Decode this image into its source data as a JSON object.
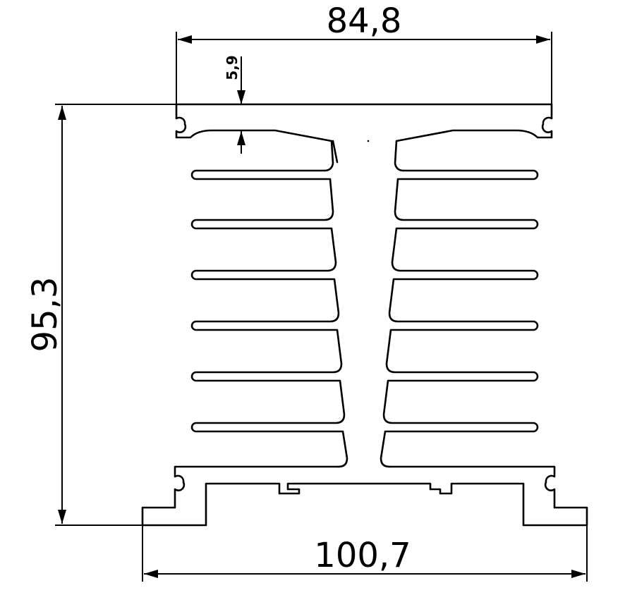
{
  "dimensions": {
    "top_width": "84,8",
    "bottom_width": "100,7",
    "height": "95,3",
    "flange_thickness": "5,9"
  },
  "colors": {
    "line": "#000000",
    "background": "#ffffff"
  }
}
